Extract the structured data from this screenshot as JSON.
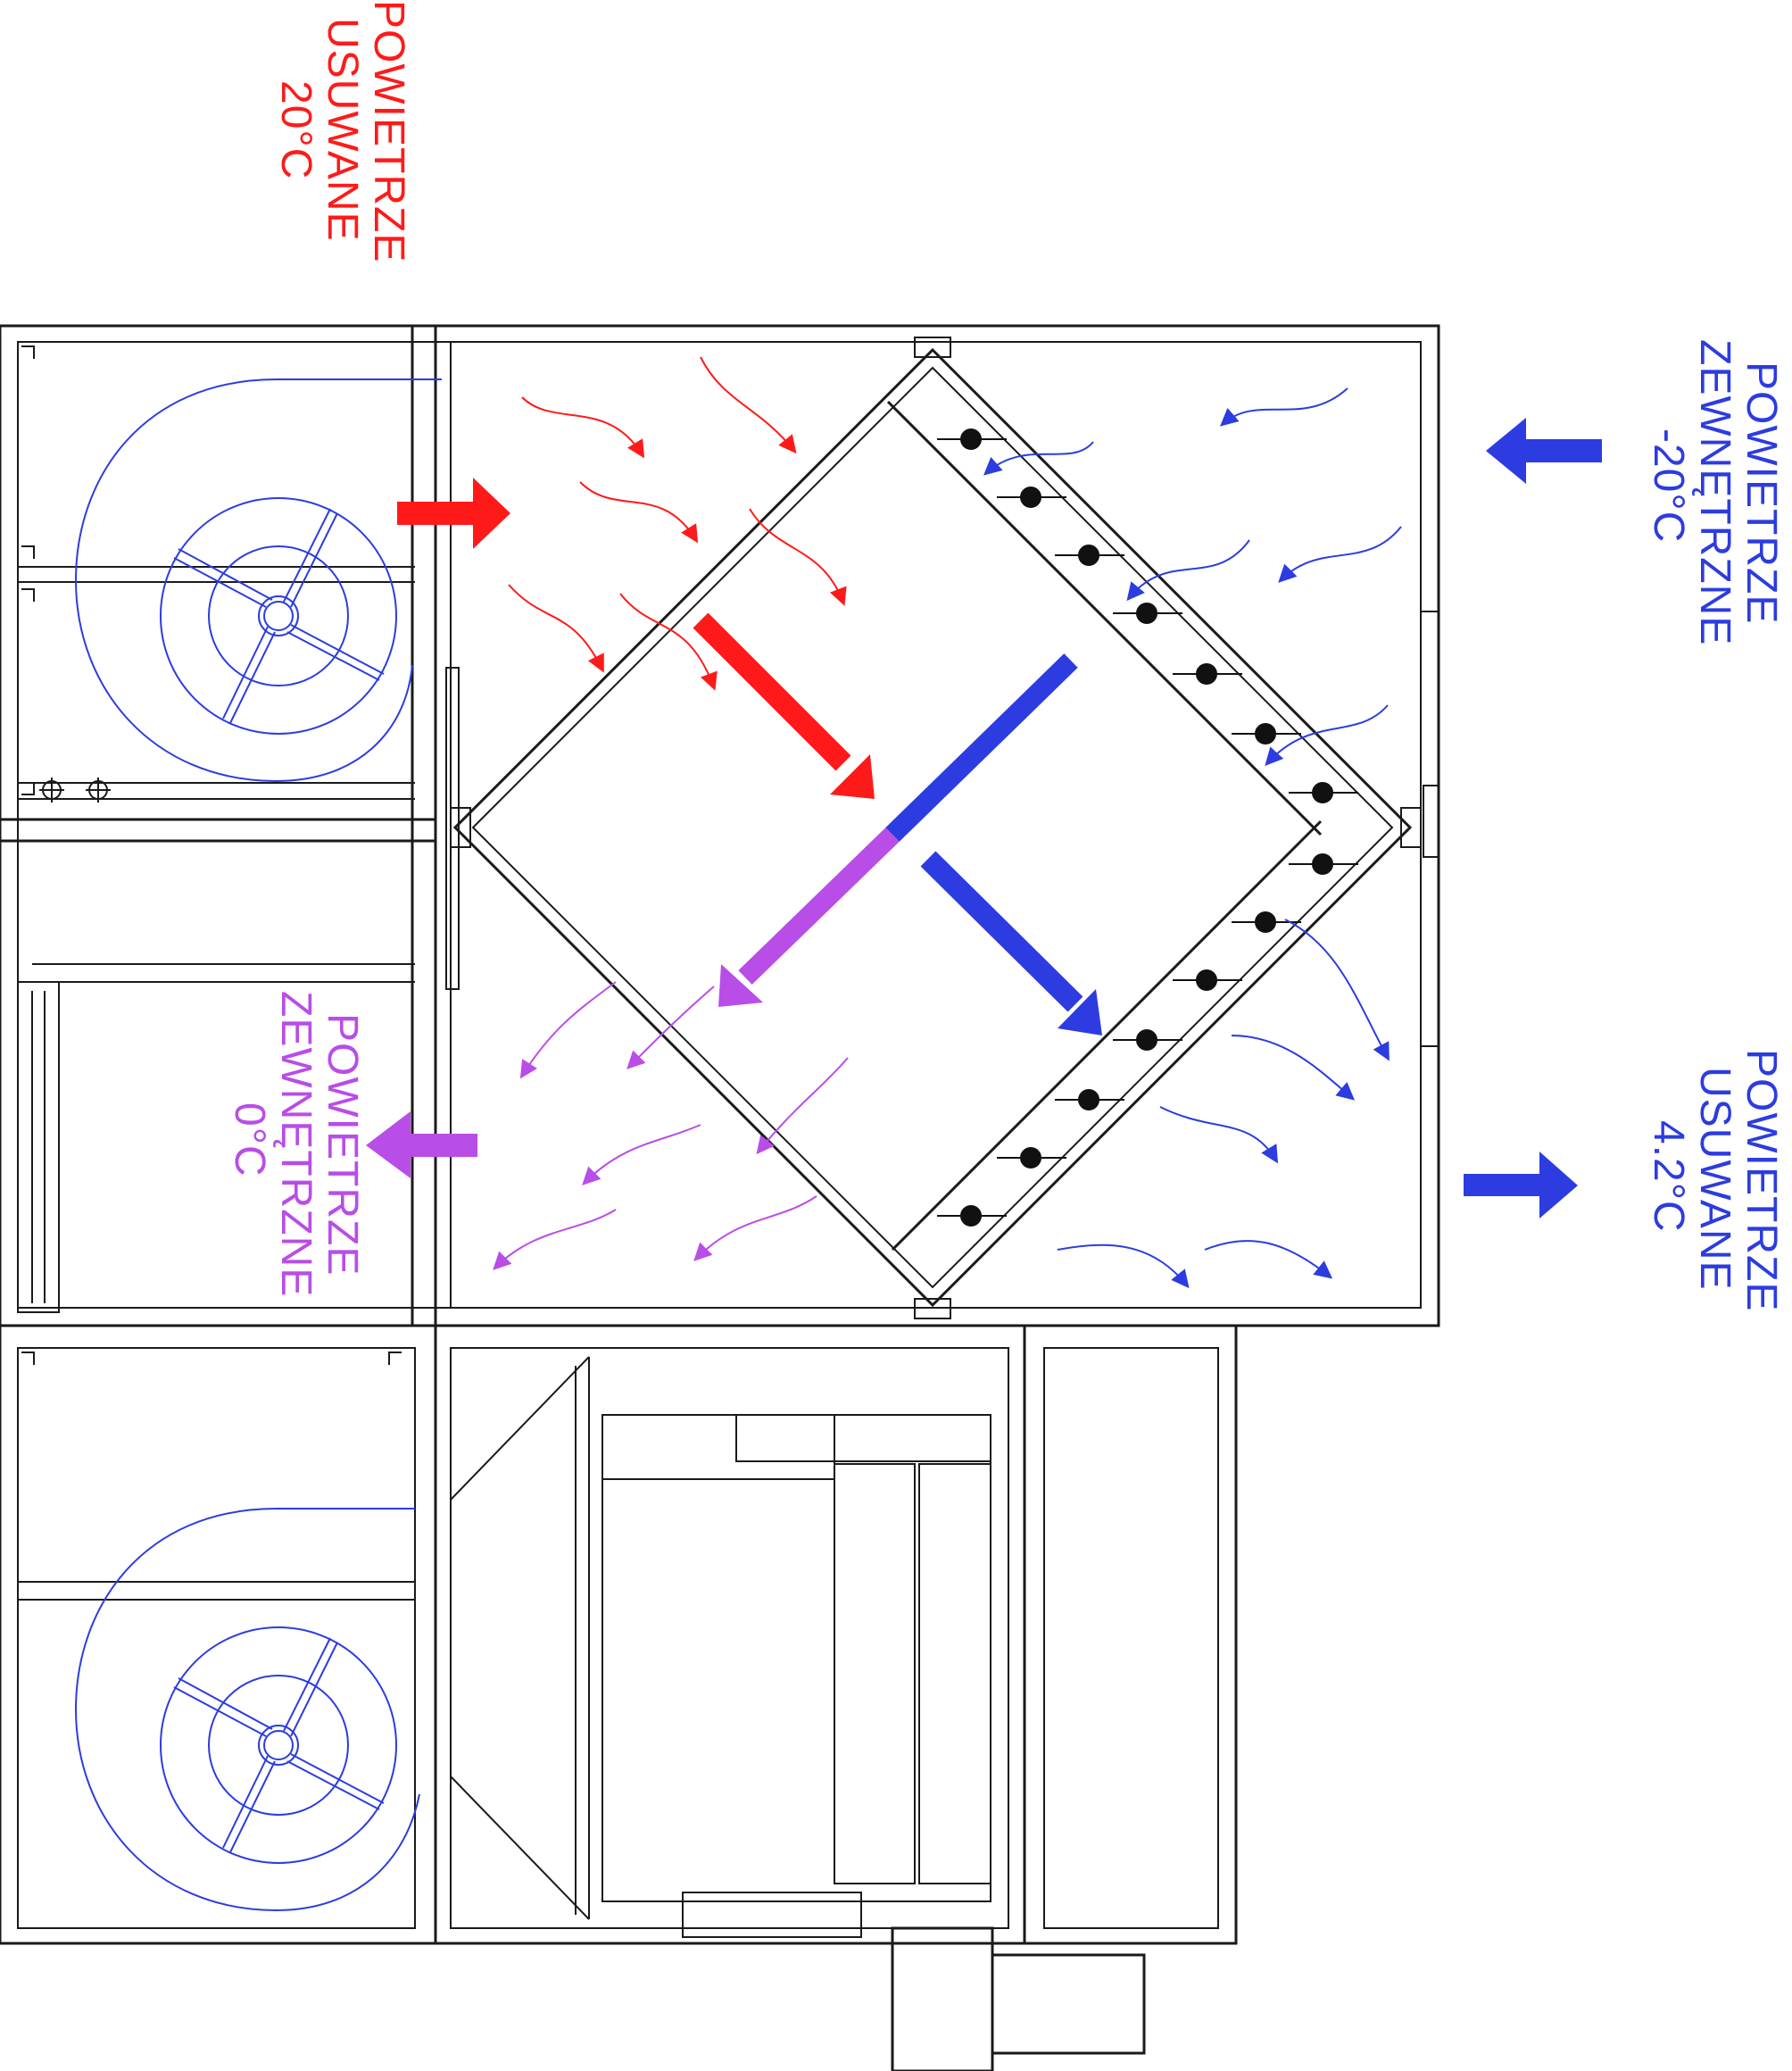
{
  "colors": {
    "exhaust_warm": "#ff1a1a",
    "outdoor_cold": "#2c3ce0",
    "supply_mixed": "#b94de8",
    "frame": "#1a1a1a"
  },
  "labels": {
    "exhaust_in": {
      "line1": "POWIETRZE",
      "line2": "USUWANE",
      "temp": "20°C"
    },
    "outdoor_in": {
      "line1": "POWIETRZE",
      "line2": "ZEWNĘTRZNE",
      "temp": "-20°C"
    },
    "supply_out": {
      "line1": "POWIETRZE",
      "line2": "ZEWNĘTRZNE",
      "temp": "0°C"
    },
    "exhaust_out": {
      "line1": "POWIETRZE",
      "line2": "USUWANE",
      "temp": "4.2°C"
    }
  },
  "icons": {
    "fan_top": "centrifugal-fan-icon",
    "fan_bottom": "centrifugal-fan-icon",
    "exchanger": "cross-flow-heat-exchanger-icon"
  }
}
